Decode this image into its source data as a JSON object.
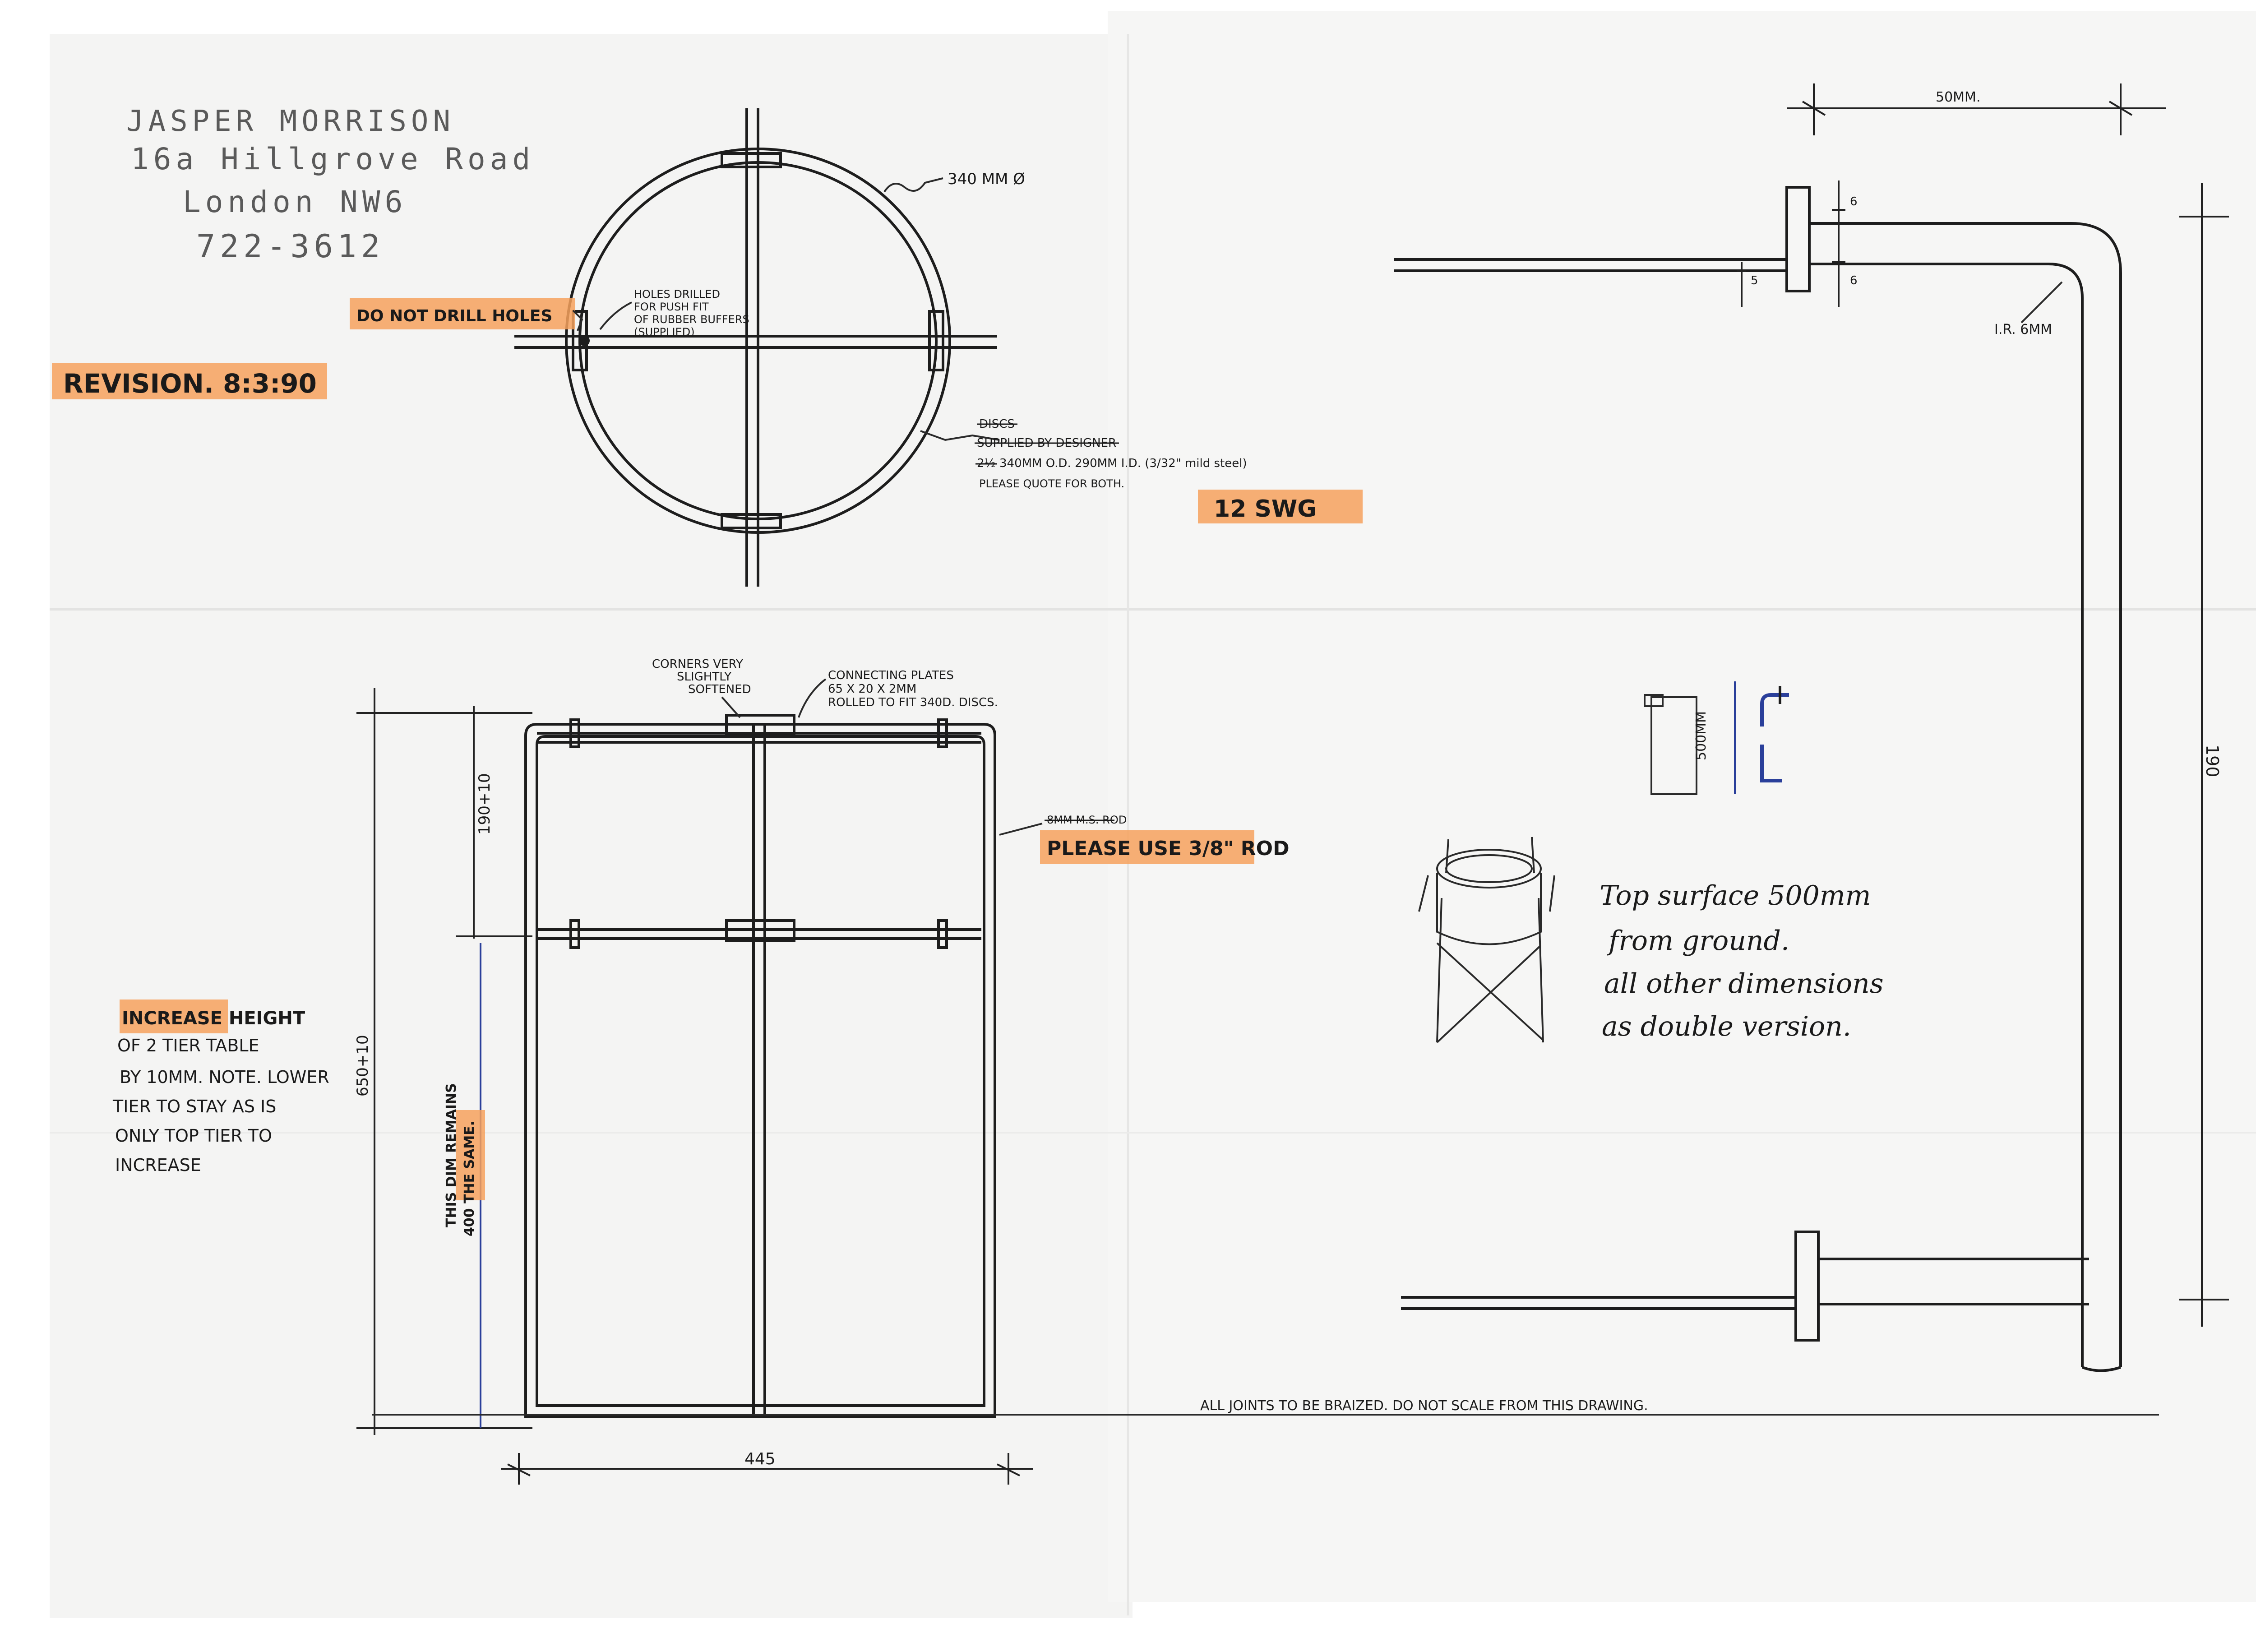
{
  "colors": {
    "paper_left": "#f4f4f3",
    "paper_right": "#f6f6f5",
    "highlighter": "#f6a15d",
    "ink": "#1d1d1d",
    "blue_ink": "#2a3f9a"
  },
  "letterhead": {
    "name": "JASPER MORRISON",
    "street": "16a Hillgrove Road",
    "city": "London NW6",
    "phone": "722-3612"
  },
  "revision": "REVISION. 8:3:90",
  "top_view": {
    "diameter": "340 MM Ø",
    "no_drill": "DO NOT DRILL HOLES",
    "holes_note": [
      "HOLES DRILLED",
      "FOR PUSH FIT",
      "OF RUBBER BUFFERS",
      "(SUPPLIED)"
    ],
    "discs_struck": "DISCS",
    "supplied_struck": "SUPPLIED BY DESIGNER",
    "disc_struck_num": "2½",
    "disc_spec": "340MM O.D. 290MM I.D. (3/32\" mild steel)",
    "quote": "PLEASE QUOTE FOR BOTH.",
    "gauge": "12 SWG"
  },
  "front_view": {
    "corners": [
      "CORNERS VERY",
      "SLIGHTLY",
      "SOFTENED"
    ],
    "plates": [
      "CONNECTING PLATES",
      "65 X 20 X 2MM",
      "ROLLED TO FIT 340D. DISCS."
    ],
    "rod_struck": "8MM M.S. ROD",
    "rod_note": "PLEASE USE 3/8\" ROD",
    "upper_dim": "190+10",
    "total_dim": "650+10",
    "lower_note": [
      "THIS DIM REMAINS",
      "400 THE SAME."
    ],
    "width_dim": "445"
  },
  "increase_note": [
    "INCREASE HEIGHT",
    "OF 2 TIER TABLE",
    "BY 10MM. NOTE. LOWER",
    "TIER TO STAY AS IS",
    "ONLY TOP TIER TO",
    "INCREASE"
  ],
  "detail": {
    "width_dim": "50MM.",
    "six_a": "6",
    "six_b": "6",
    "five": "5",
    "radius": "I.R. 6MM",
    "height_dim": "190"
  },
  "single_version": {
    "mini_dim": "500MM",
    "note": [
      "Top surface 500mm",
      "from ground.",
      "all other dimensions",
      "as double version."
    ]
  },
  "footer": "ALL JOINTS TO BE BRAIZED.  DO NOT SCALE FROM THIS DRAWING."
}
